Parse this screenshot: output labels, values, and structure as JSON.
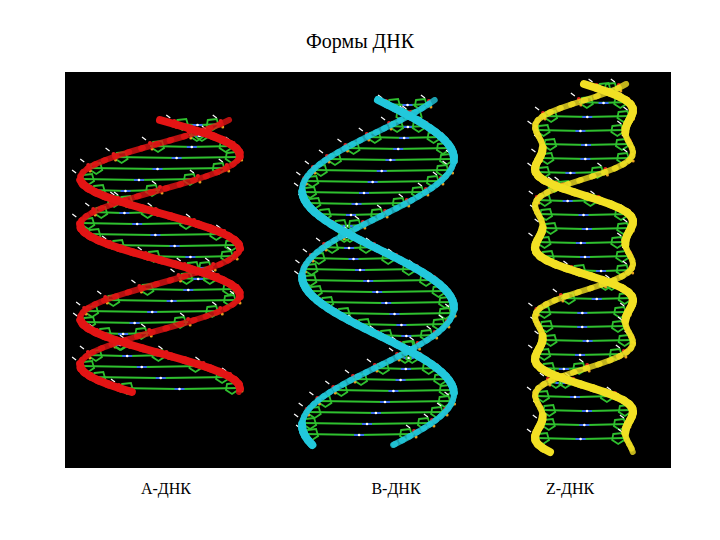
{
  "diagram": {
    "title": "Формы ДНК",
    "labels": [
      "А-ДНК",
      "В-ДНК",
      "Z-ДНК"
    ]
  }
}
